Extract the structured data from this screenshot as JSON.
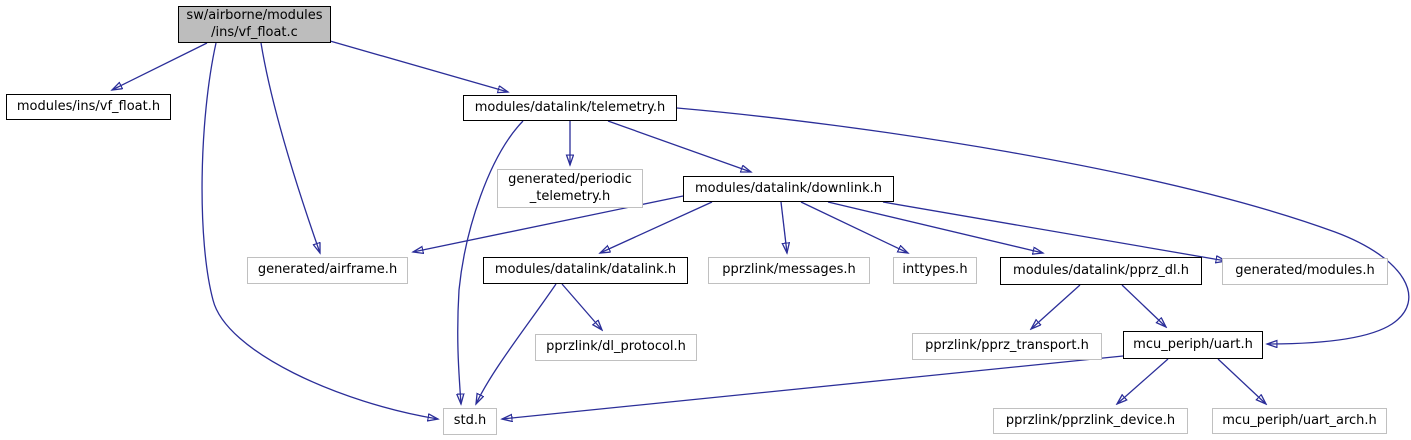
{
  "diagram": {
    "type": "include-dependency-graph",
    "root_file": "sw/airborne/modules/ins/vf_float.c"
  },
  "colors": {
    "edge": "#2b2e99",
    "main_node_fill": "#bdbdbd",
    "documented_node_border": "#000000",
    "external_node_border": "#c0c0c0",
    "text": "#000000",
    "background": "#ffffff"
  },
  "nodes": {
    "main": {
      "lines": [
        "sw/airborne/modules",
        "/ins/vf_float.c"
      ]
    },
    "vf_float_h": {
      "label": "modules/ins/vf_float.h"
    },
    "telemetry": {
      "label": "modules/datalink/telemetry.h"
    },
    "periodic_telemetry": {
      "lines": [
        "generated/periodic",
        "_telemetry.h"
      ]
    },
    "downlink": {
      "label": "modules/datalink/downlink.h"
    },
    "airframe": {
      "label": "generated/airframe.h"
    },
    "datalink": {
      "label": "modules/datalink/datalink.h"
    },
    "messages": {
      "label": "pprzlink/messages.h"
    },
    "inttypes": {
      "label": "inttypes.h"
    },
    "pprz_dl": {
      "label": "modules/datalink/pprz_dl.h"
    },
    "generated_modules": {
      "label": "generated/modules.h"
    },
    "dl_protocol": {
      "label": "pprzlink/dl_protocol.h"
    },
    "pprz_transport": {
      "label": "pprzlink/pprz_transport.h"
    },
    "uart": {
      "label": "mcu_periph/uart.h"
    },
    "std": {
      "label": "std.h"
    },
    "pprzlink_device": {
      "label": "pprzlink/pprzlink_device.h"
    },
    "uart_arch": {
      "label": "mcu_periph/uart_arch.h"
    }
  },
  "edges": [
    {
      "from": "main",
      "to": "vf_float_h"
    },
    {
      "from": "main",
      "to": "telemetry"
    },
    {
      "from": "main",
      "to": "airframe"
    },
    {
      "from": "main",
      "to": "std"
    },
    {
      "from": "telemetry",
      "to": "periodic_telemetry"
    },
    {
      "from": "telemetry",
      "to": "downlink"
    },
    {
      "from": "telemetry",
      "to": "std"
    },
    {
      "from": "telemetry",
      "to": "uart"
    },
    {
      "from": "downlink",
      "to": "airframe"
    },
    {
      "from": "downlink",
      "to": "datalink"
    },
    {
      "from": "downlink",
      "to": "messages"
    },
    {
      "from": "downlink",
      "to": "inttypes"
    },
    {
      "from": "downlink",
      "to": "pprz_dl"
    },
    {
      "from": "downlink",
      "to": "generated_modules"
    },
    {
      "from": "datalink",
      "to": "dl_protocol"
    },
    {
      "from": "datalink",
      "to": "std"
    },
    {
      "from": "pprz_dl",
      "to": "pprz_transport"
    },
    {
      "from": "pprz_dl",
      "to": "uart"
    },
    {
      "from": "uart",
      "to": "pprzlink_device"
    },
    {
      "from": "uart",
      "to": "uart_arch"
    },
    {
      "from": "uart",
      "to": "std"
    }
  ]
}
